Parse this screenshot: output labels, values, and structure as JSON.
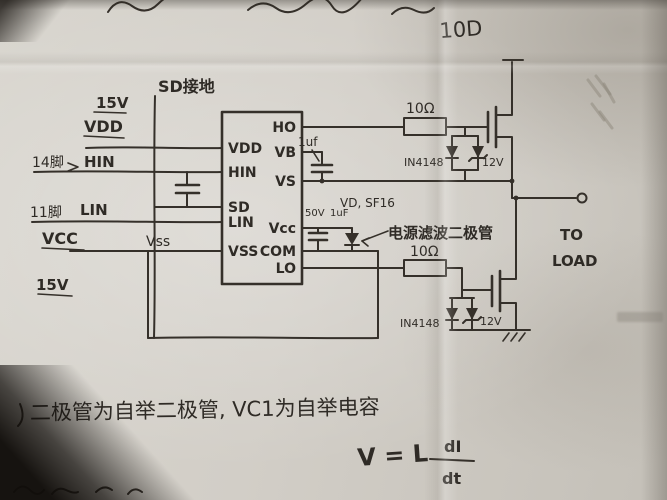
{
  "page": {
    "corner_note": "10D"
  },
  "supply": {
    "sd_ground": "SD接地",
    "v15_top": "15V",
    "vdd": "VDD",
    "pin14": "14脚",
    "hin": "HIN",
    "pin11": "11脚",
    "lin": "LIN",
    "vcc": "VCC",
    "vss_wire": "Vss",
    "v15_bottom": "15V"
  },
  "ic": {
    "vdd": "VDD",
    "hin": "HIN",
    "sd": "SD",
    "lin": "LIN",
    "vss": "VSS",
    "ho": "HO",
    "vb": "VB",
    "vs": "VS",
    "vcc": "Vcc",
    "com": "COM",
    "lo": "LO"
  },
  "components": {
    "bootstrap_cap": "1uf",
    "filter_cap_v": "50V",
    "filter_cap_c": "1uF",
    "filter_diode": "VD, SF16",
    "filter_note": "电源滤波二极管",
    "gate_res_top": "10Ω",
    "gate_res_bottom": "10Ω",
    "clamp_diode_top": "IN4148",
    "zener_top": "12V",
    "clamp_diode_bottom": "IN4148",
    "zener_bottom": "12V"
  },
  "output": {
    "to": "TO",
    "load": "LOAD"
  },
  "notes": {
    "bootstrap_note": "二极管为自举二极管, VC1为自举电容",
    "formula_lhs": "V = L",
    "formula_numerator": "dI",
    "formula_denominator": "dt"
  }
}
